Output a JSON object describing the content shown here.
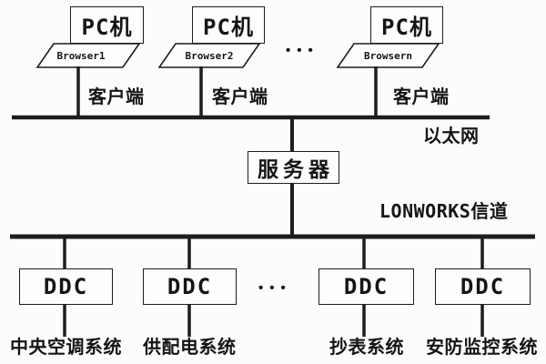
{
  "clients": {
    "ellipsis": "•••",
    "items": [
      {
        "device": "PC机",
        "browser": "Browser1",
        "role": "客户端"
      },
      {
        "device": "PC机",
        "browser": "Browser2",
        "role": "客户端"
      },
      {
        "device": "PC机",
        "browser": "Browsern",
        "role": "客户端"
      }
    ]
  },
  "ethernet": {
    "label": "以太网"
  },
  "server": {
    "label": "服务器"
  },
  "lonworks": {
    "label": "LONWORKS信道"
  },
  "controllers": {
    "ellipsis": "•••",
    "items": [
      {
        "device": "DDC",
        "system": "中央空调系统"
      },
      {
        "device": "DDC",
        "system": "供配电系统"
      },
      {
        "device": "DDC",
        "system": "抄表系统"
      },
      {
        "device": "DDC",
        "system": "安防监控系统"
      }
    ]
  },
  "colors": {
    "line_color": "#1d1d1d",
    "background": "#fcfcfc",
    "text_color": "#151515"
  }
}
